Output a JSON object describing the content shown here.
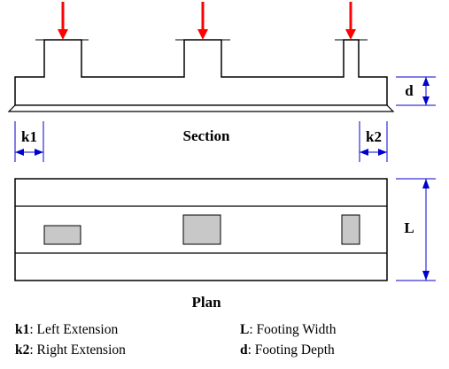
{
  "labels": {
    "k1": "k1",
    "k2": "k2",
    "d": "d",
    "L": "L",
    "section": "Section",
    "plan": "Plan"
  },
  "legend": [
    {
      "sym": "k1",
      "text": ": Left Extension"
    },
    {
      "sym": "k2",
      "text": ": Right Extension"
    },
    {
      "sym": "L",
      "text": ": Footing Width"
    },
    {
      "sym": "d",
      "text": ": Footing Depth"
    }
  ],
  "colors": {
    "outline": "#000000",
    "load_arrow": "#ff0000",
    "dimension": "#0000cc",
    "column": "#c8c8c8"
  }
}
